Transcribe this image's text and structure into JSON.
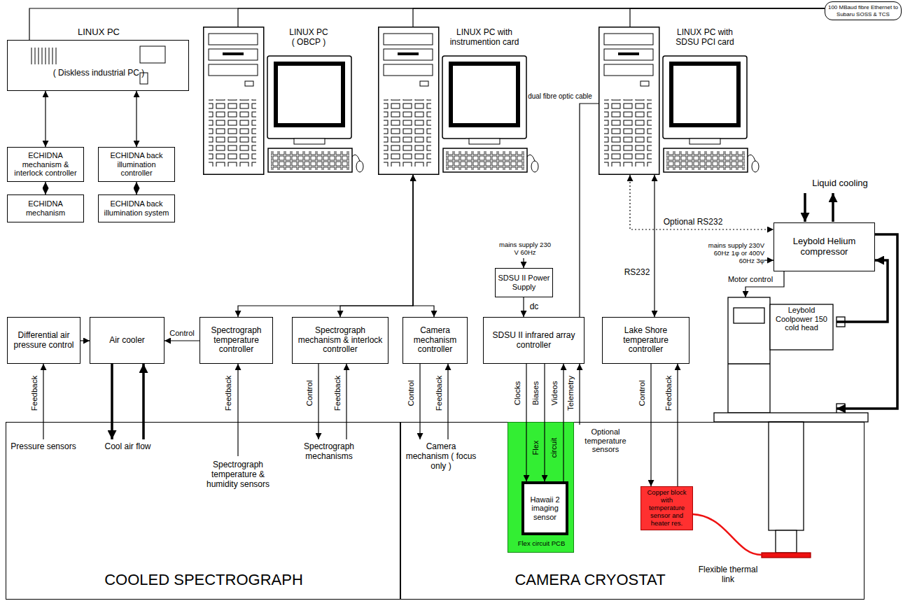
{
  "diagram": {
    "nodes": [
      {
        "text": [
          "LINUX PC",
          "( Diskless industrial PC )"
        ]
      },
      {
        "text": [
          "LINUX PC ( OBCP )"
        ]
      },
      {
        "text": [
          "LINUX PC with instrumention card"
        ]
      },
      {
        "text": [
          "LINUX PC with SDSU PCI card"
        ]
      },
      {
        "text": [
          "100 MBaud fibre Ethernet to Subaru SOSS & TCS"
        ]
      },
      {
        "text": [
          "ECHIDNA mechanism & interlock controller"
        ]
      },
      {
        "text": [
          "ECHIDNA back illumination controller"
        ]
      },
      {
        "text": [
          "ECHIDNA mechanism"
        ]
      },
      {
        "text": [
          "ECHIDNA back illumination system"
        ]
      },
      {
        "text": [
          "SDSU II Power Supply"
        ]
      },
      {
        "text": [
          "Leybold Helium compressor"
        ]
      },
      {
        "text": [
          "Differential air pressure control"
        ]
      },
      {
        "text": [
          "Air cooler"
        ]
      },
      {
        "text": [
          "Spectrograph temperature controller"
        ]
      },
      {
        "text": [
          "Spectrograph mechanism & interlock controller"
        ]
      },
      {
        "text": [
          "Camera mechanism controller"
        ]
      },
      {
        "text": [
          "SDSU II infrared array controller"
        ]
      },
      {
        "text": [
          "Lake Shore temperature controller"
        ]
      },
      {
        "text": [
          "Leybold Coolpower 150 cold head"
        ]
      },
      {
        "text": [
          "COOLED SPECTROGRAPH"
        ]
      },
      {
        "text": [
          "Pressure sensors"
        ],
        "in": 19
      },
      {
        "text": [
          "Cool air flow"
        ],
        "in": 19
      },
      {
        "text": [
          "Spectrograph temperature & humidity sensors"
        ],
        "in": 19
      },
      {
        "text": [
          "Spectrograph mechanisms"
        ],
        "in": 19
      },
      {
        "text": [
          "CAMERA CRYOSTAT"
        ]
      },
      {
        "text": [
          "Camera mechanism ( focus only )"
        ],
        "in": 24
      },
      {
        "text": [
          "Flex circuit PCB"
        ],
        "in": 24
      },
      {
        "text": [
          "Hawaii 2 imaging sensor"
        ],
        "in": 26
      },
      {
        "text": [
          "Optional temperature sensors"
        ],
        "in": 24
      },
      {
        "text": [
          "Copper block with temperature sensor and heater res."
        ],
        "in": 24
      }
    ],
    "edges": [
      {
        "from": 4,
        "to": 0,
        "arrow": "none"
      },
      {
        "from": 4,
        "to": 1,
        "arrow": "none"
      },
      {
        "from": 4,
        "to": 2,
        "arrow": "none"
      },
      {
        "from": 4,
        "to": 3,
        "arrow": "none"
      },
      {
        "from": 0,
        "to": 5,
        "arrow": "both"
      },
      {
        "from": 0,
        "to": 6,
        "arrow": "both"
      },
      {
        "from": 5,
        "to": 7,
        "arrow": "both"
      },
      {
        "from": 6,
        "to": 8,
        "arrow": "both"
      },
      {
        "from": 2,
        "to": 13,
        "arrow": "both"
      },
      {
        "from": 2,
        "to": 14,
        "arrow": "both"
      },
      {
        "from": 2,
        "to": 15,
        "arrow": "both"
      },
      {
        "from": 16,
        "to": 3,
        "arrow": "none",
        "label": "dual fibre optic cable"
      },
      {
        "from": 3,
        "to": 17,
        "arrow": "both",
        "label": "RS232"
      },
      {
        "from": 3,
        "to": 10,
        "arrow": "both",
        "label": "Optional RS232"
      },
      {
        "from": 9,
        "to": 16,
        "arrow": "to",
        "label": "dc"
      },
      {
        "from": 10,
        "to": 18,
        "arrow": "to",
        "label": "Motor control"
      },
      {
        "from": 10,
        "to": 18,
        "arrow": "to"
      },
      {
        "from": 18,
        "to": 10,
        "arrow": "to"
      },
      {
        "from": 11,
        "to": 12,
        "arrow": "to"
      },
      {
        "from": 13,
        "to": 12,
        "arrow": "to",
        "label": "Control"
      },
      {
        "from": 20,
        "to": 11,
        "arrow": "to",
        "label": "Feedback"
      },
      {
        "from": 12,
        "to": 21,
        "arrow": "to"
      },
      {
        "from": 21,
        "to": 12,
        "arrow": "to"
      },
      {
        "from": 22,
        "to": 13,
        "arrow": "to",
        "label": "Feedback"
      },
      {
        "from": 14,
        "to": 23,
        "arrow": "to",
        "label": "Control"
      },
      {
        "from": 23,
        "to": 14,
        "arrow": "to",
        "label": "Feedback"
      },
      {
        "from": 15,
        "to": 25,
        "arrow": "to",
        "label": "Control"
      },
      {
        "from": 25,
        "to": 15,
        "arrow": "to",
        "label": "Feedback"
      },
      {
        "from": 16,
        "to": 27,
        "arrow": "to",
        "label": "Clocks"
      },
      {
        "from": 16,
        "to": 27,
        "arrow": "to",
        "label": "Biases"
      },
      {
        "from": 27,
        "to": 16,
        "arrow": "to",
        "label": "Videos"
      },
      {
        "from": 28,
        "to": 16,
        "arrow": "to",
        "label": "Telemetry"
      },
      {
        "from": 17,
        "to": 29,
        "arrow": "to",
        "label": "Control"
      },
      {
        "from": 29,
        "to": 17,
        "arrow": "to",
        "label": "Feedback"
      }
    ],
    "labels": [
      "Liquid cooling",
      "mains supply 230 V 60Hz",
      "mains supply 230V 60Hz 1φ or 400V 60Hz 3φ",
      "Flex",
      "circuit",
      "Flexible thermal link"
    ]
  }
}
